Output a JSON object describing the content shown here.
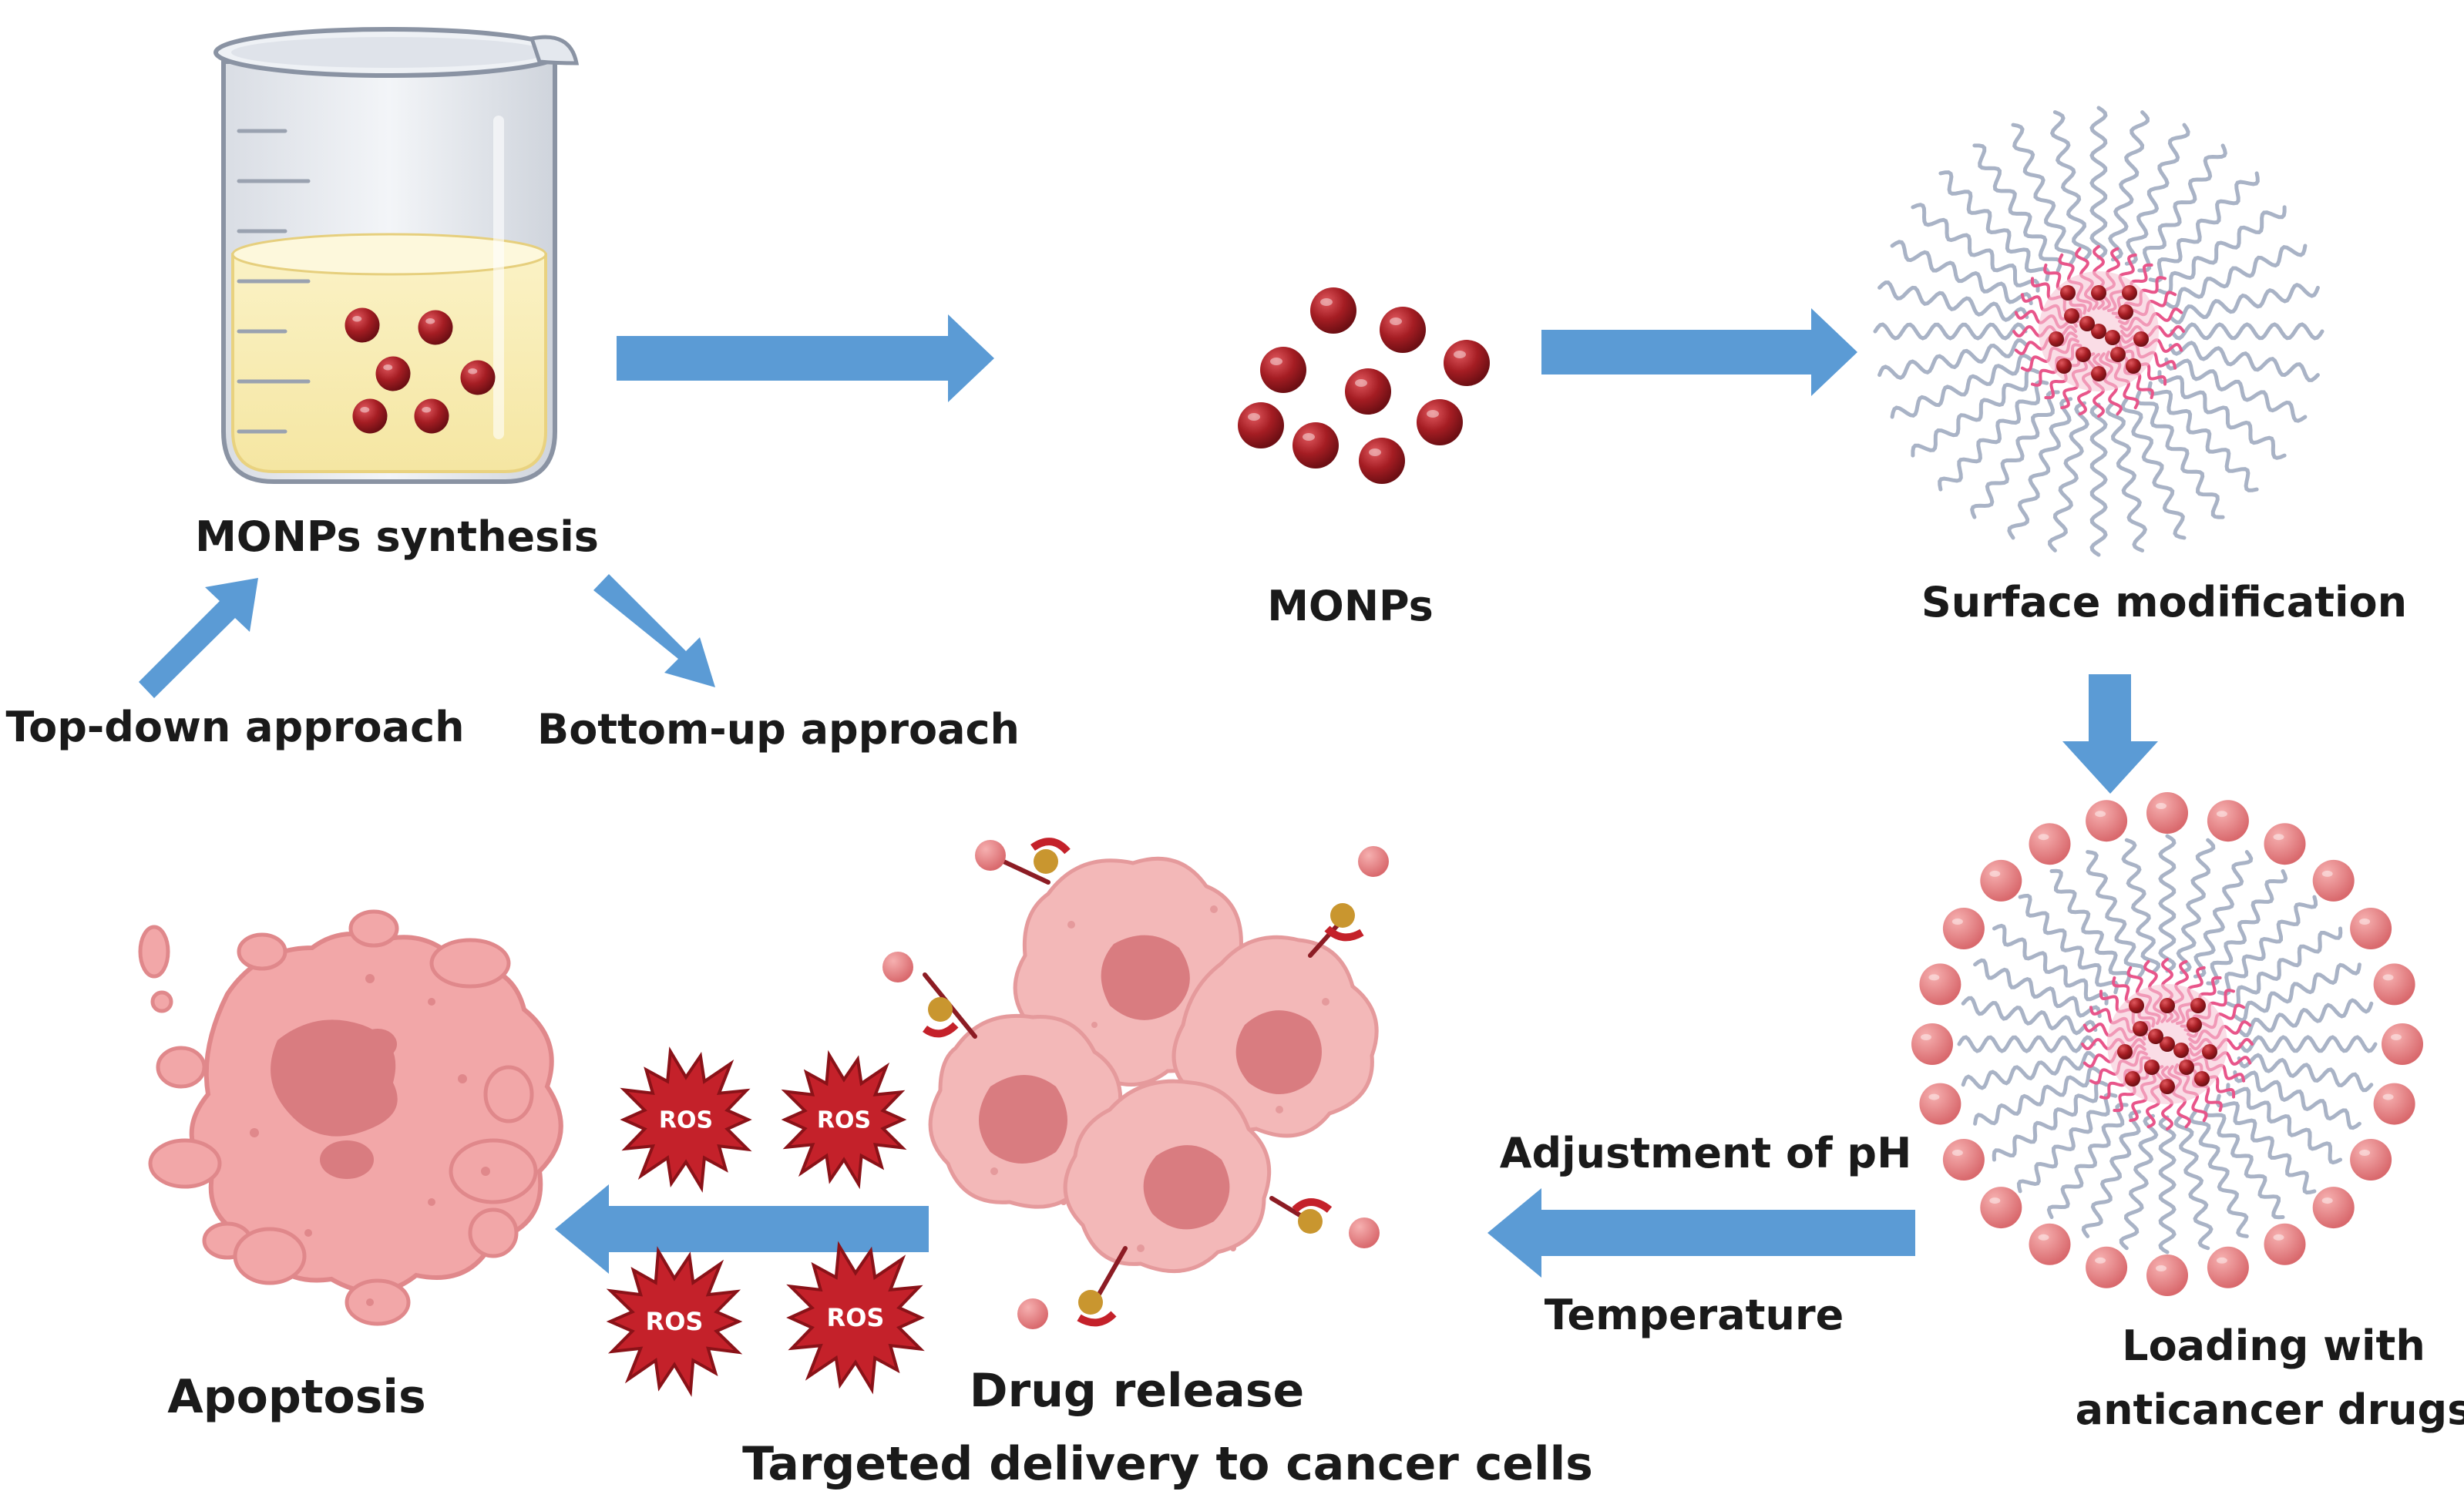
{
  "labels": {
    "synthesis": "MONPs synthesis",
    "top_down": "Top-down approach",
    "bottom_up": "Bottom-up approach",
    "monps": "MONPs",
    "surface_mod": "Surface modification",
    "loading_line1": "Loading with",
    "loading_line2": "anticancer drugs",
    "ph": "Adjustment of pH",
    "temperature": "Temperature",
    "drug_release": "Drug release",
    "targeted": "Targeted delivery to cancer cells",
    "apoptosis": "Apoptosis",
    "ros": "ROS"
  },
  "colors": {
    "arrow": "#5b9bd5",
    "nanoparticle": "#a51d23",
    "polymer_chain": "#a9b3c6",
    "pink_chain": "#e8558a",
    "drug": "#e0777a",
    "cell": "#f3b8b8",
    "nucleus": "#d97c80",
    "ros_star": "#c4212a"
  }
}
